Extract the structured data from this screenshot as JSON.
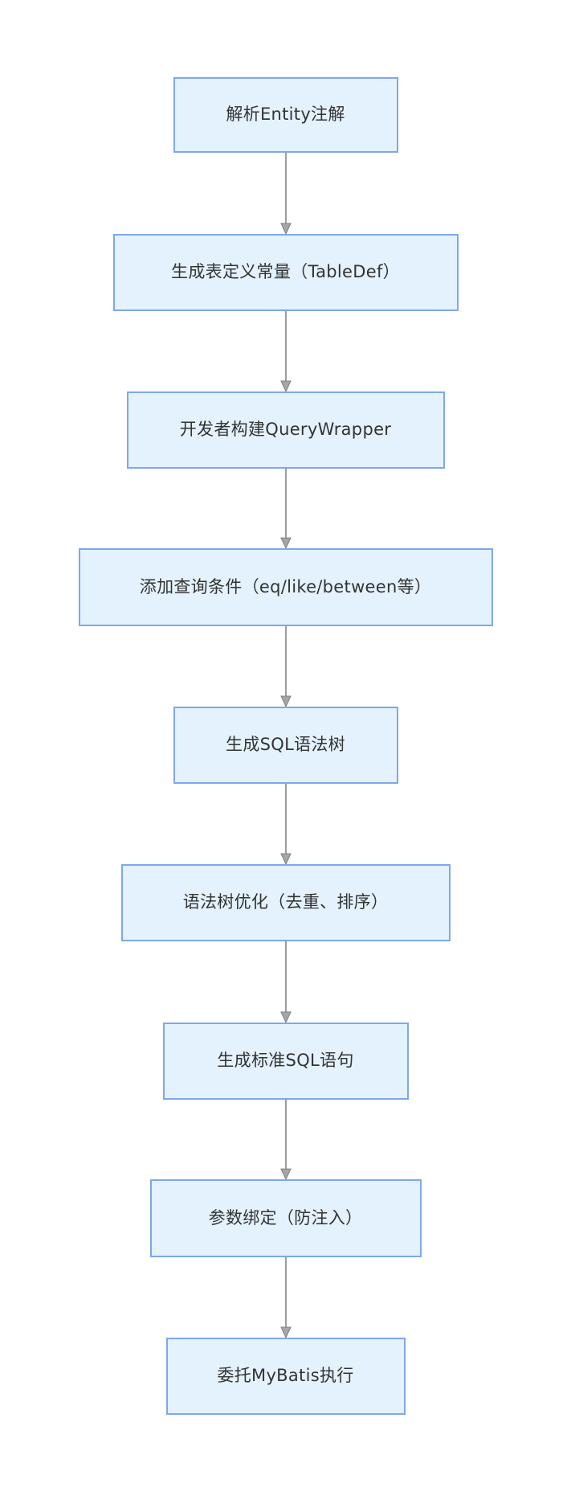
{
  "diagram": {
    "type": "flowchart",
    "direction": "top-down",
    "nodes": [
      {
        "id": "n1",
        "label": "解析Entity注解"
      },
      {
        "id": "n2",
        "label": "生成表定义常量（TableDef）"
      },
      {
        "id": "n3",
        "label": "开发者构建QueryWrapper"
      },
      {
        "id": "n4",
        "label": "添加查询条件（eq/like/between等）"
      },
      {
        "id": "n5",
        "label": "生成SQL语法树"
      },
      {
        "id": "n6",
        "label": "语法树优化（去重、排序）"
      },
      {
        "id": "n7",
        "label": "生成标准SQL语句"
      },
      {
        "id": "n8",
        "label": "参数绑定（防注入）"
      },
      {
        "id": "n9",
        "label": "委托MyBatis执行"
      }
    ],
    "edges": [
      {
        "from": "n1",
        "to": "n2"
      },
      {
        "from": "n2",
        "to": "n3"
      },
      {
        "from": "n3",
        "to": "n4"
      },
      {
        "from": "n4",
        "to": "n5"
      },
      {
        "from": "n5",
        "to": "n6"
      },
      {
        "from": "n6",
        "to": "n7"
      },
      {
        "from": "n7",
        "to": "n8"
      },
      {
        "from": "n8",
        "to": "n9"
      }
    ],
    "colors": {
      "background": "#FFFFFF",
      "node_fill": "#E3F2FD",
      "node_border": "#7EA6F0",
      "node_text": "#333333",
      "arrow_line": "#9E9E9E",
      "arrow_head_fill": "#A6A6A6",
      "arrow_head_stroke": "#808080"
    }
  }
}
